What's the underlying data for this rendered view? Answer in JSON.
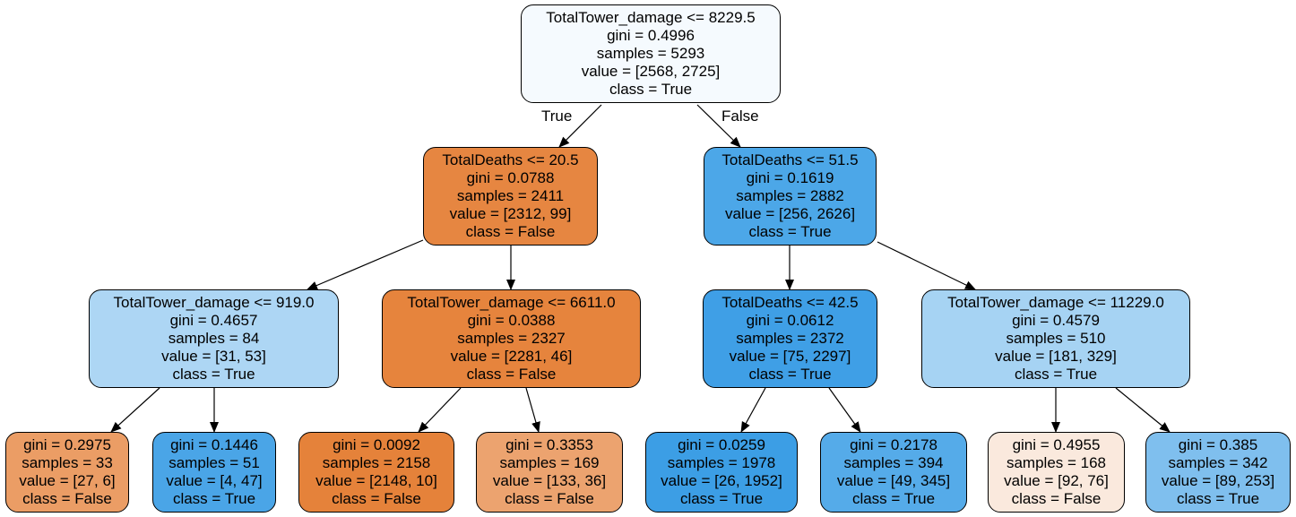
{
  "nodes": {
    "n0": {
      "lines": [
        "TotalTower_damage <= 8229.5",
        "gini = 0.4996",
        "samples = 5293",
        "value = [2568, 2725]",
        "class = True"
      ],
      "fill": "#f5fafe"
    },
    "n1": {
      "lines": [
        "TotalDeaths <= 20.5",
        "gini = 0.0788",
        "samples = 2411",
        "value = [2312, 99]",
        "class = False"
      ],
      "fill": "#e68641"
    },
    "n2": {
      "lines": [
        "TotalDeaths <= 51.5",
        "gini = 0.1619",
        "samples = 2882",
        "value = [256, 2626]",
        "class = True"
      ],
      "fill": "#4ca7e8"
    },
    "n3": {
      "lines": [
        "TotalTower_damage <= 919.0",
        "gini = 0.4657",
        "samples = 84",
        "value = [31, 53]",
        "class = True"
      ],
      "fill": "#add6f4"
    },
    "n4": {
      "lines": [
        "TotalTower_damage <= 6611.0",
        "gini = 0.0388",
        "samples = 2327",
        "value = [2281, 46]",
        "class = False"
      ],
      "fill": "#e6843d"
    },
    "n5": {
      "lines": [
        "TotalDeaths <= 42.5",
        "gini = 0.0612",
        "samples = 2372",
        "value = [75, 2297]",
        "class = True"
      ],
      "fill": "#3f9fe6"
    },
    "n6": {
      "lines": [
        "TotalTower_damage <= 11229.0",
        "gini = 0.4579",
        "samples = 510",
        "value = [181, 329]",
        "class = True"
      ],
      "fill": "#a6d3f3"
    },
    "n7": {
      "lines": [
        "gini = 0.2975",
        "samples = 33",
        "value = [27, 6]",
        "class = False"
      ],
      "fill": "#eb9d65"
    },
    "n8": {
      "lines": [
        "gini = 0.1446",
        "samples = 51",
        "value = [4, 47]",
        "class = True"
      ],
      "fill": "#4aa5e7"
    },
    "n9": {
      "lines": [
        "gini = 0.0092",
        "samples = 2158",
        "value = [2148, 10]",
        "class = False"
      ],
      "fill": "#e5823a"
    },
    "n10": {
      "lines": [
        "gini = 0.3353",
        "samples = 169",
        "value = [133, 36]",
        "class = False"
      ],
      "fill": "#eca36f"
    },
    "n11": {
      "lines": [
        "gini = 0.0259",
        "samples = 1978",
        "value = [26, 1952]",
        "class = True"
      ],
      "fill": "#3c9ee5"
    },
    "n12": {
      "lines": [
        "gini = 0.2178",
        "samples = 394",
        "value = [49, 345]",
        "class = True"
      ],
      "fill": "#55abe9"
    },
    "n13": {
      "lines": [
        "gini = 0.4955",
        "samples = 168",
        "value = [92, 76]",
        "class = False"
      ],
      "fill": "#fae9dd"
    },
    "n14": {
      "lines": [
        "gini = 0.385",
        "samples = 342",
        "value = [89, 253]",
        "class = True"
      ],
      "fill": "#7fbfee"
    }
  },
  "edge_labels": {
    "true_label": "True",
    "false_label": "False"
  }
}
